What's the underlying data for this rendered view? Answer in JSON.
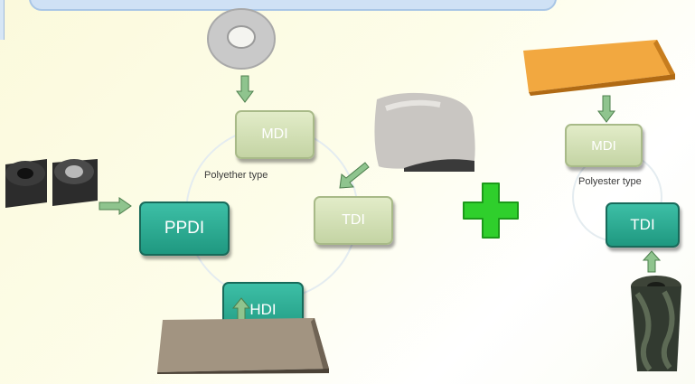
{
  "left_group": {
    "caption": "Polyether type",
    "boxes": {
      "mdi": "MDI",
      "tdi": "TDI",
      "ppdi": "PPDI",
      "hdi": "HDI"
    }
  },
  "right_group": {
    "caption": "Polyester type",
    "boxes": {
      "mdi": "MDI",
      "tdi": "TDI"
    }
  },
  "colors": {
    "light_box": "#c4d4a4",
    "dark_box": "#1f9880",
    "arrow_fill": "#8fc48e",
    "plus": "#2fcf2c"
  },
  "icons": [
    "plus-icon",
    "arrow-down-icon",
    "arrow-up-icon",
    "arrow-right-icon"
  ]
}
